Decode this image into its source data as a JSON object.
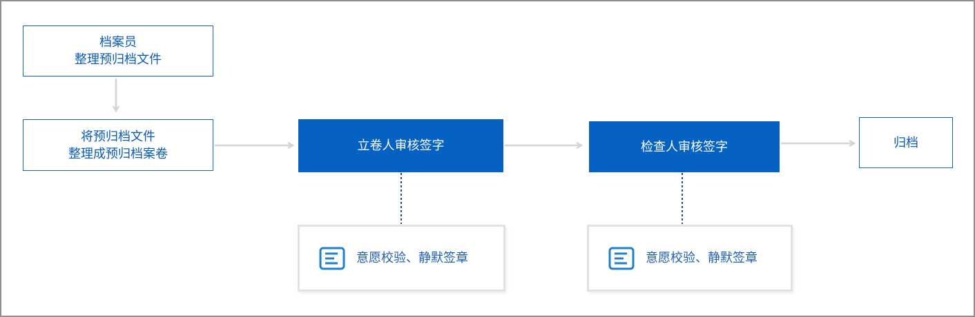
{
  "diagram": {
    "nodes": {
      "archivist": {
        "line1": "档案员",
        "line2": "整理预归档文件"
      },
      "organize": {
        "line1": "将预归档文件",
        "line2": "整理成预归档案卷"
      },
      "filer_review": {
        "label": "立卷人审核签字"
      },
      "inspector_review": {
        "label": "检查人审核签字"
      },
      "archive": {
        "label": "归档"
      },
      "note_filer": {
        "label": "意愿校验、静默签章",
        "icon": "document-list-icon"
      },
      "note_inspector": {
        "label": "意愿校验、静默签章",
        "icon": "document-list-icon"
      }
    },
    "edges": [
      {
        "from": "archivist",
        "to": "organize",
        "style": "arrow"
      },
      {
        "from": "organize",
        "to": "filer_review",
        "style": "arrow"
      },
      {
        "from": "filer_review",
        "to": "inspector_review",
        "style": "arrow"
      },
      {
        "from": "inspector_review",
        "to": "archive",
        "style": "arrow"
      },
      {
        "from": "filer_review",
        "to": "note_filer",
        "style": "dotted"
      },
      {
        "from": "inspector_review",
        "to": "note_inspector",
        "style": "dotted"
      }
    ],
    "colors": {
      "primary_blue": "#0562c2",
      "outline_blue": "#1565c0",
      "text_blue": "#0b5cb8",
      "arrow_gray": "#d4d4d4",
      "dotted_line": "#1f4e79",
      "note_border": "#e2e2e2",
      "icon_blue": "#1f7fc8",
      "frame_border": "#8e8e8e"
    }
  }
}
